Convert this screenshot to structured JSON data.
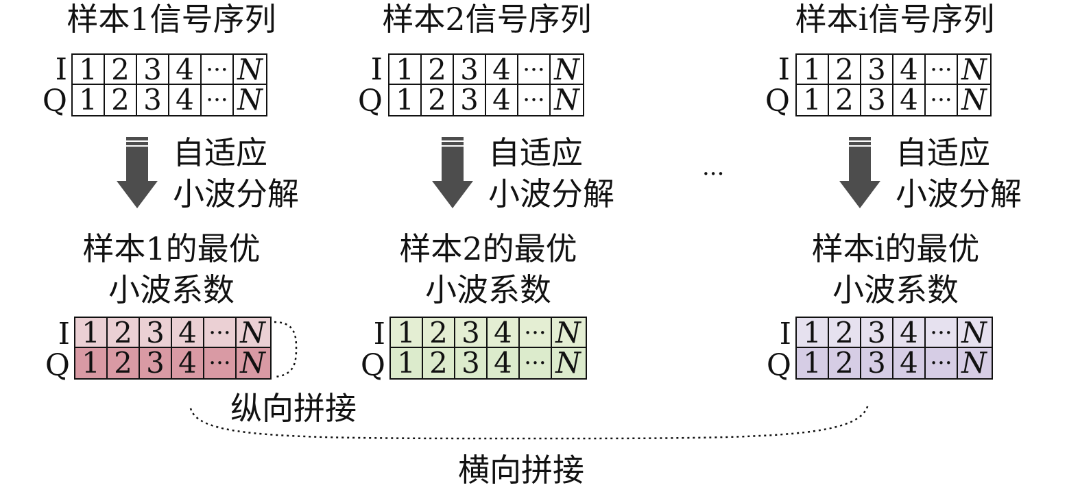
{
  "top_titles": [
    "样本1信号序列",
    "样本2信号序列",
    "样本i信号序列"
  ],
  "row_labels": {
    "i": "I",
    "q": "Q"
  },
  "cells": [
    "1",
    "2",
    "3",
    "4",
    "···",
    "N"
  ],
  "arrow_label": {
    "line1": "自适应",
    "line2": "小波分解"
  },
  "middle_ellipsis": "···",
  "bottom_titles": [
    {
      "line1": "样本1的最优",
      "line2": "小波系数"
    },
    {
      "line1": "样本2的最优",
      "line2": "小波系数"
    },
    {
      "line1": "样本i的最优",
      "line2": "小波系数"
    }
  ],
  "vertical_concat": "纵向拼接",
  "horizontal_concat": "横向拼接",
  "colors": {
    "s1_row_i": "#ebd0d4",
    "s1_row_q": "#d99aa4",
    "s2_row_i": "#e4eed3",
    "s2_row_q": "#dcebcc",
    "s3_row_i": "#e6e1ef",
    "s3_row_q": "#d6cde5",
    "arrow": "#4d4d4d"
  }
}
